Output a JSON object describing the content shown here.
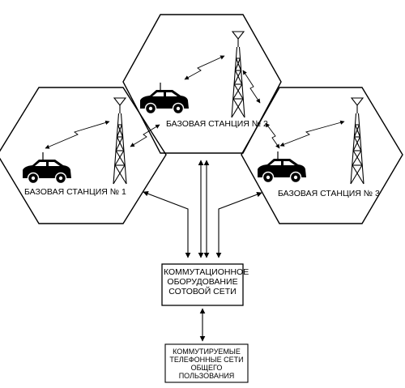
{
  "stations": [
    {
      "label": "БАЗОВАЯ СТАНЦИЯ № 1"
    },
    {
      "label": "БАЗОВАЯ СТАНЦИЯ № 2"
    },
    {
      "label": "БАЗОВАЯ СТАНЦИЯ № 3"
    }
  ],
  "switching_equipment": {
    "lines": [
      "КОММУТАЦИОННОЕ",
      "ОБОРУДОВАНИЕ",
      "СОТОВОЙ СЕТИ"
    ]
  },
  "public_network": {
    "lines": [
      "КОММУТИРУЕМЫЕ",
      "ТЕЛЕФОННЫЕ СЕТИ",
      "ОБЩЕГО ПОЛЬЗОВАНИЯ"
    ]
  },
  "icons": [
    "car-icon",
    "antenna-tower-icon",
    "radio-link-arrow-icon"
  ]
}
